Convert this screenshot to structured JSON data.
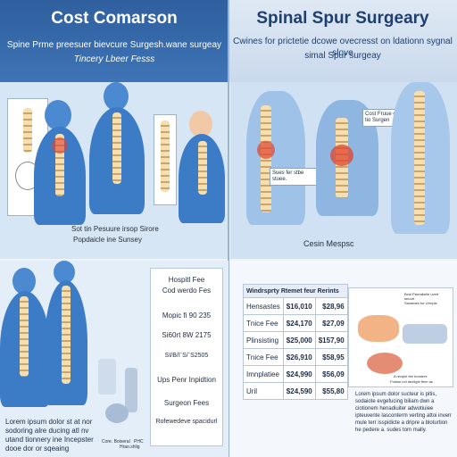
{
  "left": {
    "title": "Cost Comarson",
    "subtitle": "Spine Prme preesuer bievcure Surgesh.wane surgeay",
    "subtitle2": "Tincery Lbeer Fesss",
    "scene_caption_1": "Sot tin Pesuure irsop Sirore",
    "scene_caption_2": "Popdaicle ine Sunsey",
    "card_lines": [
      "Hospitl Fee",
      "Cod werdo Fes",
      "Mopic fi 90 235",
      "Si60rt 8W 2175",
      "SI/B/I¨S/¨S2505",
      "Ups Penr Inpidtion",
      "Surgeon Fees",
      "Rofewedeve spacidurl"
    ],
    "note": "Lorem ipsum dolor st at nor sodoring alre ducing atl nv utand tionnery ine Incepster dooe dor or sqeaing",
    "tool_labels": [
      "Core. Boiseral",
      "Hrao.shlig",
      "PHC"
    ]
  },
  "right": {
    "title": "Spinal Spur Surgeary",
    "subtitle": "Cwines for prictetie dcowe ovecresst on ldationn sygnal slove",
    "subtitle2": "simal Spur surgeay",
    "scene_caption": "Cesin Mespsc",
    "callout_top": "Cost Fruue cu esses tio Surgen",
    "callout_mid": "Sues fer stbe stuee.",
    "table": {
      "header": "Windrsprty Rtemet feur Rerints",
      "rows": [
        {
          "label": "Hensastes",
          "a": "$16,010",
          "b": "$28,96"
        },
        {
          "label": "Tnice Fee",
          "a": "$24,170",
          "b": "$27,09"
        },
        {
          "label": "Plinsisting",
          "a": "$25,000",
          "b": "$157,90"
        },
        {
          "label": "Tnice Fee",
          "a": "$26,910",
          "b": "$58,95"
        },
        {
          "label": "Imnplatiee",
          "a": "$24,990",
          "b": "$56,09"
        },
        {
          "label": "Uril",
          "a": "$24,590",
          "b": "$55,80"
        }
      ]
    },
    "note": "Lorem ipsum dolor sucteur is pitis, sodaiote evgefucing biliam dwn a ciotionem henadiuiter adwotiuiee ipteuvente lasconterm verting attoi inverr mule terr isspidicte a dripre a bloturtion he pedere a. sudes tom mally.",
    "diagram_labels": [
      "Bool Pareabelle uvert seuurt",
      "Sanatoes for Urmple",
      "A reciple fee bomiers",
      "Fotnse iod deeligte fiem as"
    ]
  },
  "colors": {
    "accent": "#2f5f9e",
    "figure": "#3c7bc6",
    "highlight": "#e0432e"
  }
}
